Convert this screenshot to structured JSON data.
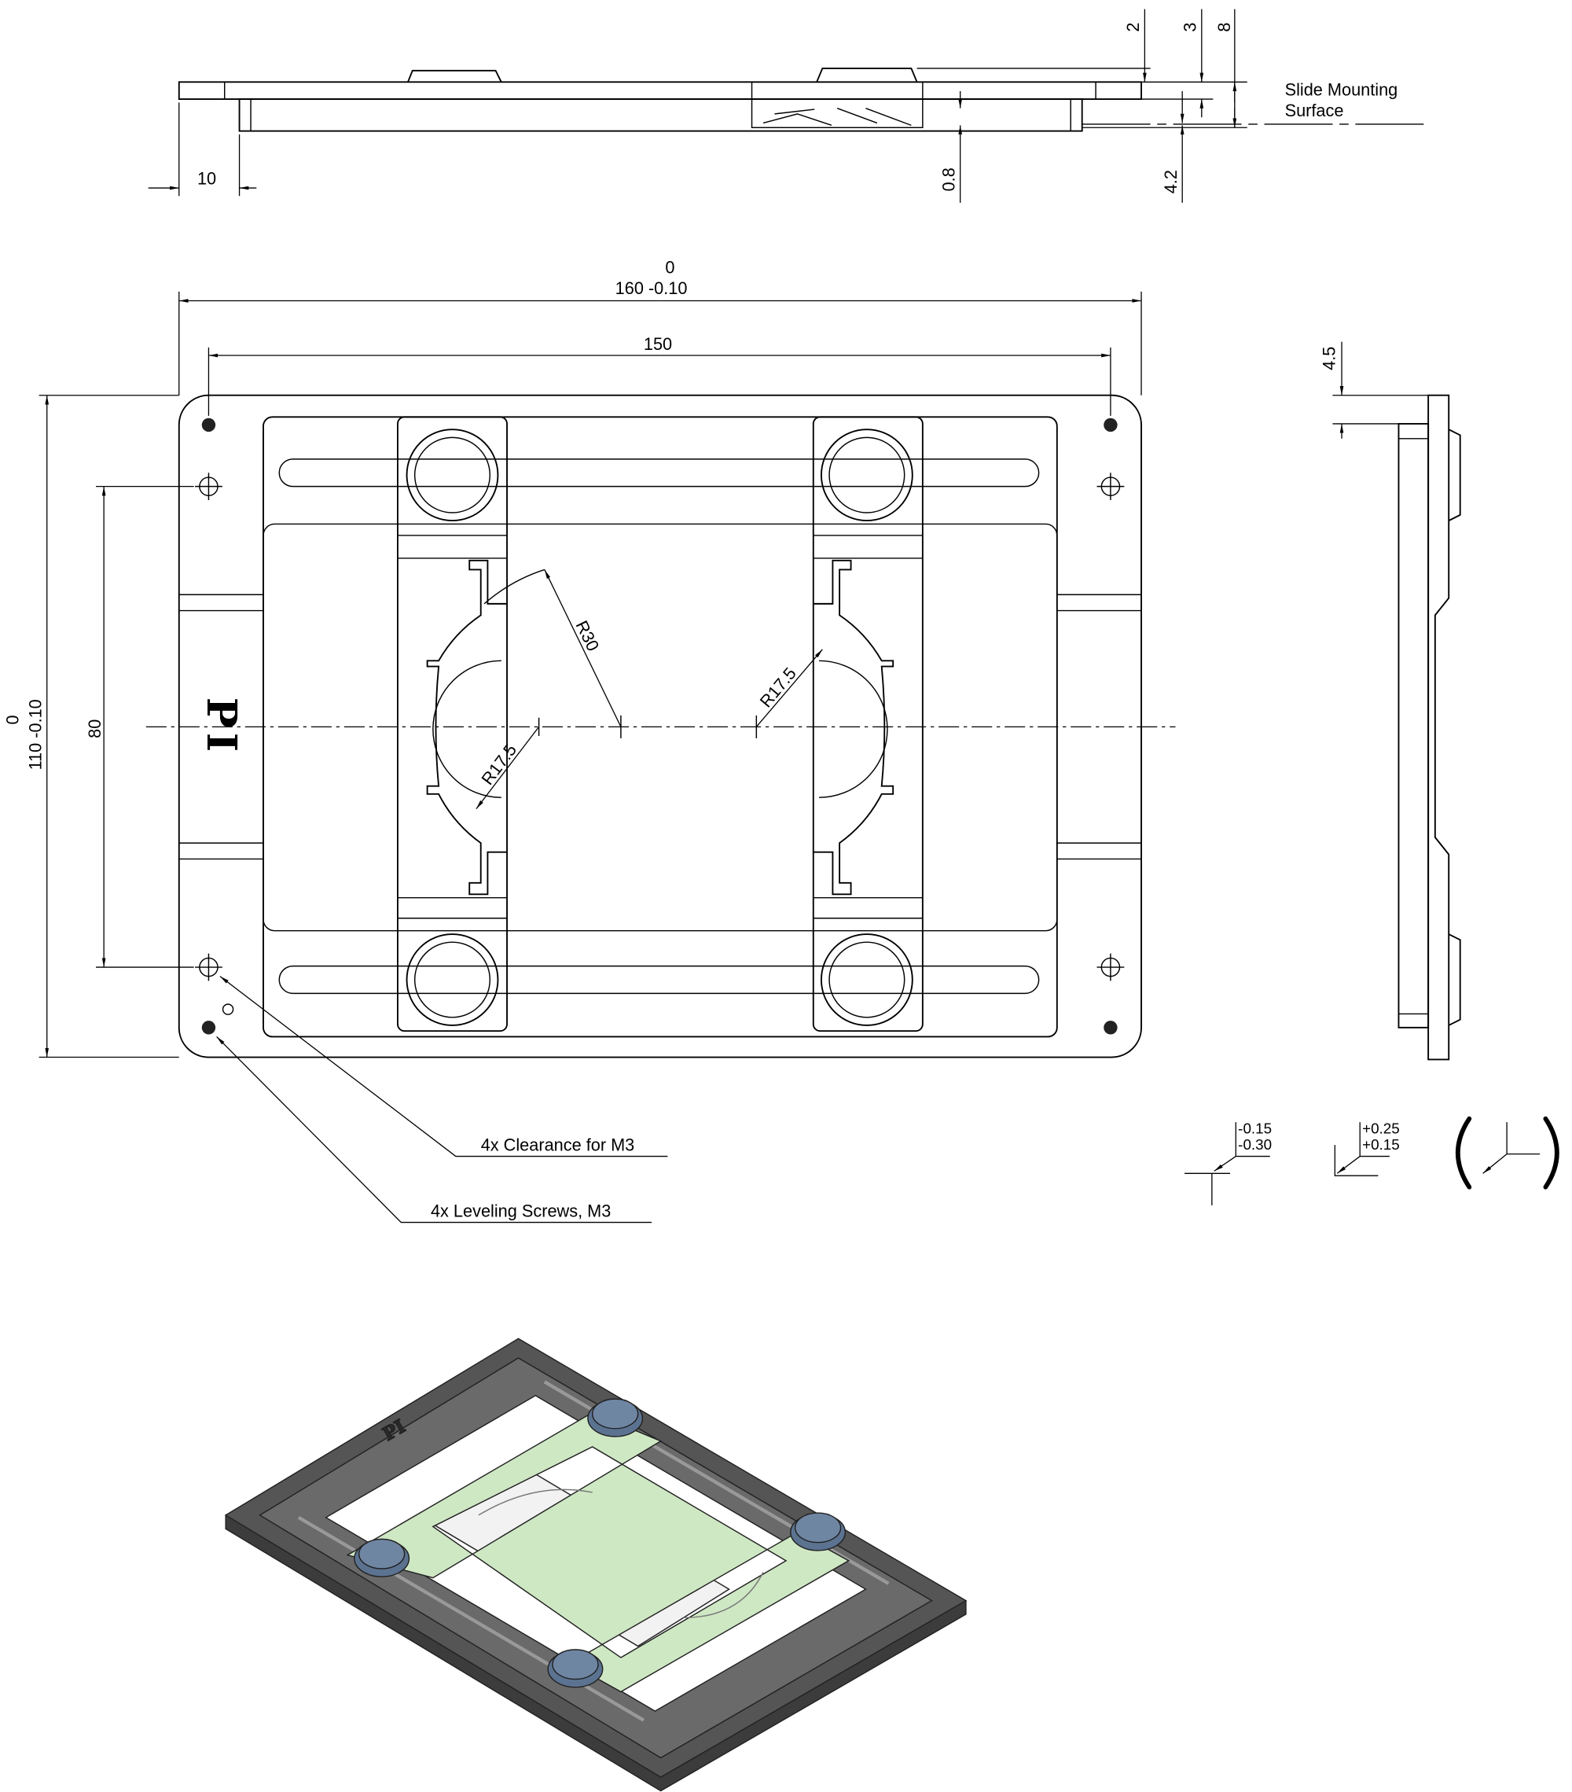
{
  "top_view": {
    "dims": {
      "d2": "2",
      "d3": "3",
      "d8": "8",
      "d10": "10",
      "d08": "0.8",
      "d42": "4.2"
    },
    "label_line1": "Slide Mounting",
    "label_line2": "Surface"
  },
  "plan_view": {
    "width_upper_tol": "0",
    "width": "160 -0.10",
    "hole_spacing_x": "150",
    "height_upper_tol": "0",
    "height": "110 -0.10",
    "hole_spacing_y": "80",
    "radius_large": "R30",
    "radius_small_left": "R17.5",
    "radius_small_right": "R17.5",
    "logo": "PI",
    "callout_clearance": "4x Clearance for M3",
    "callout_leveling": "4x Leveling Screws, M3"
  },
  "side_view": {
    "dim": "4.5"
  },
  "tolerances": {
    "sym1_upper": "-0.15",
    "sym1_lower": "-0.30",
    "sym2_upper": "+0.25",
    "sym2_lower": "+0.15"
  },
  "colors": {
    "frame": "#4a4a4a",
    "carrier": "#cfe8c4",
    "knob": "#5b7391"
  }
}
